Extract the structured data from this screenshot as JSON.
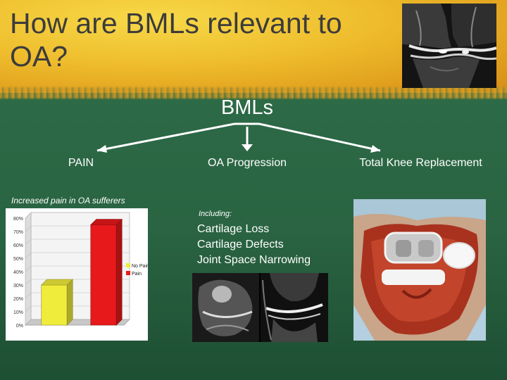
{
  "slide": {
    "title": "How are BMLs relevant to OA?",
    "hub_label": "BMLs",
    "branches": [
      {
        "label": "PAIN"
      },
      {
        "label": "OA Progression"
      },
      {
        "label": "Total Knee Replacement"
      }
    ],
    "pain_note": "Increased pain in OA sufferers",
    "progression_intro": "Including:",
    "consequences": [
      "Cartilage Loss",
      "Cartilage Defects",
      "Joint Space Narrowing"
    ],
    "colors": {
      "background": "#2a6442",
      "header": "#eebc2c",
      "title_text": "#3c3c3c",
      "text": "#ffffff"
    }
  },
  "chart_data": {
    "type": "bar",
    "categories": [
      "No Pain",
      "Pain"
    ],
    "values": [
      30,
      75
    ],
    "series_colors": [
      "#f0ec3c",
      "#e8191b"
    ],
    "y_tick_labels": [
      "0%",
      "10%",
      "20%",
      "30%",
      "40%",
      "50%",
      "60%",
      "70%",
      "80%"
    ],
    "ylim": [
      0,
      80
    ],
    "legend": [
      "No Pain",
      "Pain"
    ],
    "legend_position": "right",
    "grid": true,
    "style": "3d"
  },
  "images": {
    "top_right": "knee-mri-coronal",
    "bottom_middle": "knee-mri-pair",
    "bottom_right": "total-knee-replacement-surgery-photo"
  }
}
